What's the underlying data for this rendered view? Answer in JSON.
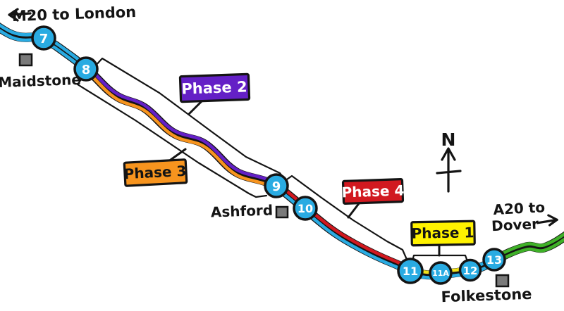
{
  "map": {
    "west_label": "M20 to London",
    "east_label_line1": "A20 to",
    "east_label_line2": "Dover",
    "north_label": "N"
  },
  "towns": [
    {
      "name": "Maidstone"
    },
    {
      "name": "Ashford"
    },
    {
      "name": "Folkestone"
    }
  ],
  "junctions": [
    {
      "label": "7"
    },
    {
      "label": "8"
    },
    {
      "label": "9"
    },
    {
      "label": "10"
    },
    {
      "label": "11"
    },
    {
      "label": "11A"
    },
    {
      "label": "12"
    },
    {
      "label": "13"
    }
  ],
  "phases": [
    {
      "label": "Phase 1",
      "color": "#FFF200",
      "text_color": "#141414"
    },
    {
      "label": "Phase 2",
      "color": "#6420C6",
      "text_color": "#FFFFFF"
    },
    {
      "label": "Phase 3",
      "color": "#F7941E",
      "text_color": "#141414"
    },
    {
      "label": "Phase 4",
      "color": "#D11920",
      "text_color": "#FFFFFF"
    }
  ],
  "road_colors": {
    "motorway_blue": "#29ABE2",
    "phase1_yellow": "#F2E21B",
    "phase2_purple": "#6420C6",
    "phase3_orange": "#F7941E",
    "phase4_red": "#D11920",
    "a20_green": "#3FB128",
    "casing_black": "#141414",
    "town_marker_grey": "#7A7A7A"
  },
  "segments": [
    {
      "span": "London approach - J8",
      "lanes": [
        "motorway_blue",
        "motorway_blue"
      ]
    },
    {
      "span": "J8 - J9",
      "lanes": [
        "phase2_purple",
        "phase3_orange"
      ]
    },
    {
      "span": "J9 - J11",
      "lanes": [
        "phase4_red",
        "motorway_blue"
      ]
    },
    {
      "span": "J11 - J12",
      "lanes": [
        "phase1_yellow",
        "motorway_blue"
      ]
    },
    {
      "span": "J12 - J13",
      "lanes": [
        "motorway_blue",
        "motorway_blue"
      ]
    },
    {
      "span": "J13 - Dover approach",
      "lanes": [
        "a20_green",
        "a20_green"
      ]
    }
  ]
}
